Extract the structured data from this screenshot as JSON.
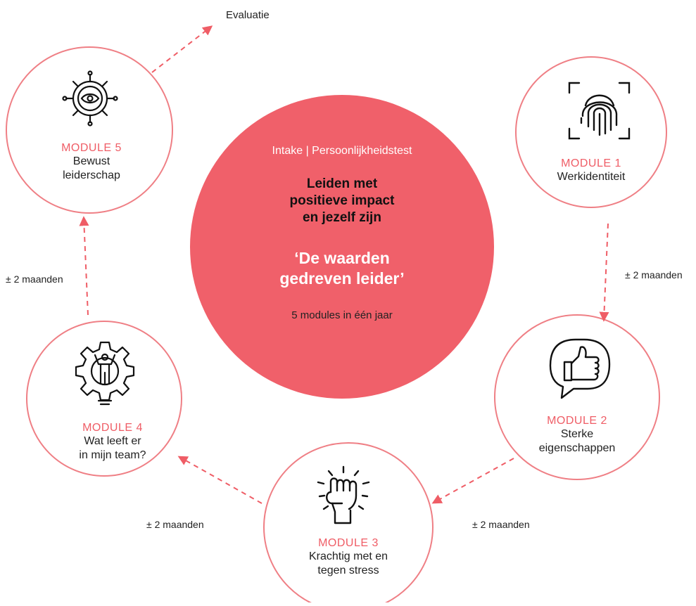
{
  "colors": {
    "accent": "#ef5d66",
    "module_border": "#ef7f85",
    "text": "#222222"
  },
  "center": {
    "intake": "Intake | Persoonlijkheidstest",
    "heading": [
      "Leiden met",
      "positieve impact",
      "en jezelf zijn"
    ],
    "quote": [
      "‘De waarden",
      "gedreven leider’"
    ],
    "subtitle": "5 modules in één jaar"
  },
  "evaluation_label": "Evaluatie",
  "interval_label": "± 2 maanden",
  "modules": [
    {
      "title": "MODULE 1",
      "name": [
        "Werkidentiteit"
      ],
      "icon": "fingerprint-icon"
    },
    {
      "title": "MODULE 2",
      "name": [
        "Sterke",
        "eigenschappen"
      ],
      "icon": "thumbs-up-speech-icon"
    },
    {
      "title": "MODULE 3",
      "name": [
        "Krachtig met en",
        "tegen stress"
      ],
      "icon": "raised-fist-icon"
    },
    {
      "title": "MODULE 4",
      "name": [
        "Wat  leeft er",
        "in mijn team?"
      ],
      "icon": "gear-person-icon"
    },
    {
      "title": "MODULE 5",
      "name": [
        "Bewust",
        "leiderschap"
      ],
      "icon": "ship-wheel-eye-icon"
    }
  ]
}
